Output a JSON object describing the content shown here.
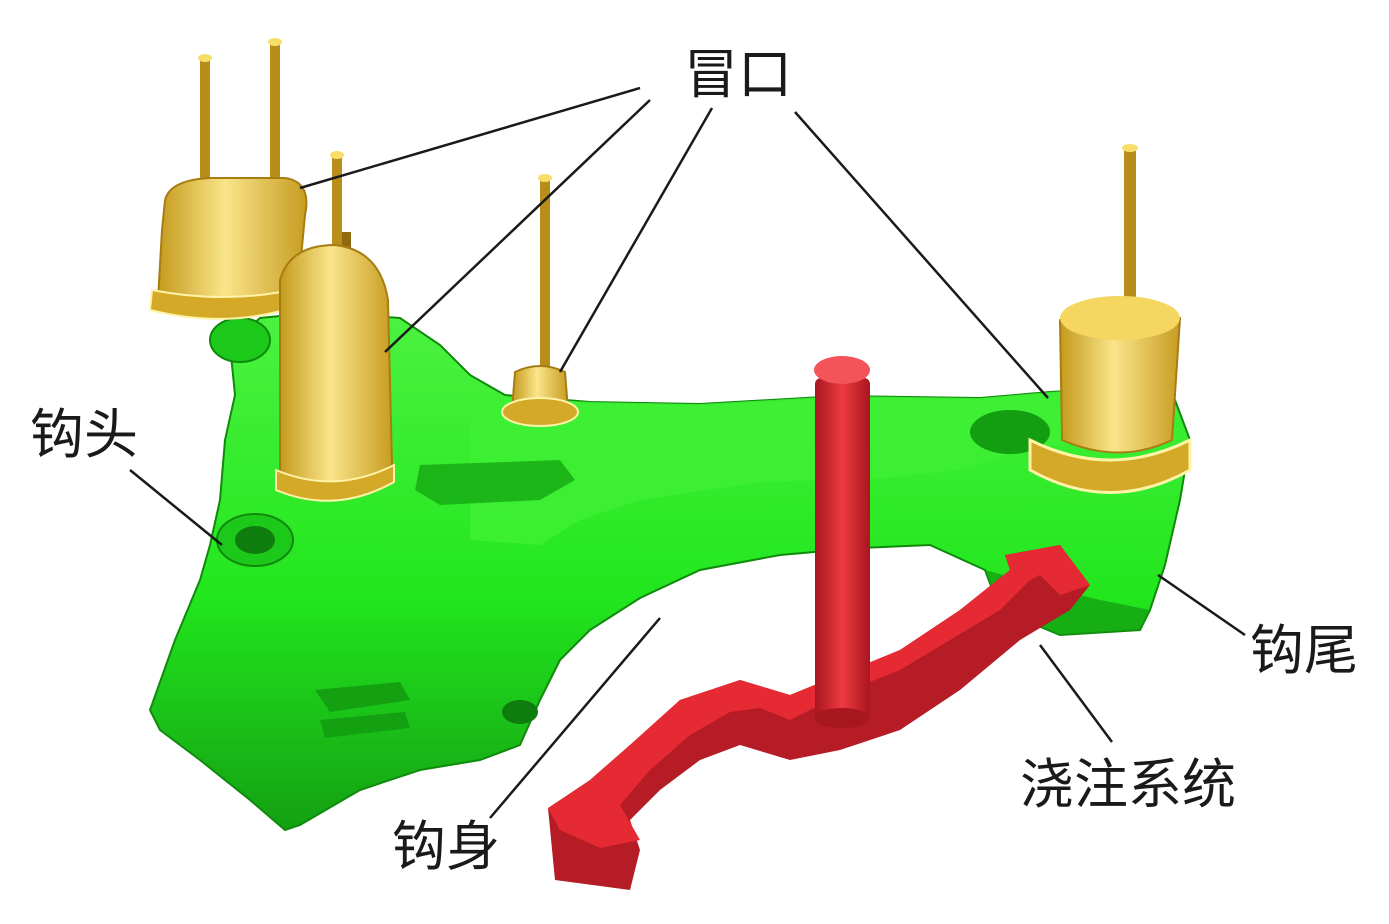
{
  "labels": {
    "riser": "冒口",
    "hook_head": "钩头",
    "hook_tail": "钩尾",
    "hook_body": "钩身",
    "gating_system": "浇注系统"
  },
  "colors": {
    "body_green": "#22e61e",
    "body_shadow": "#17a815",
    "riser_gold": "#e9c33f",
    "riser_light": "#fae58a",
    "gating_red": "#e52a33",
    "gating_dark": "#9f1720",
    "leader_line": "#1a1a1a"
  }
}
